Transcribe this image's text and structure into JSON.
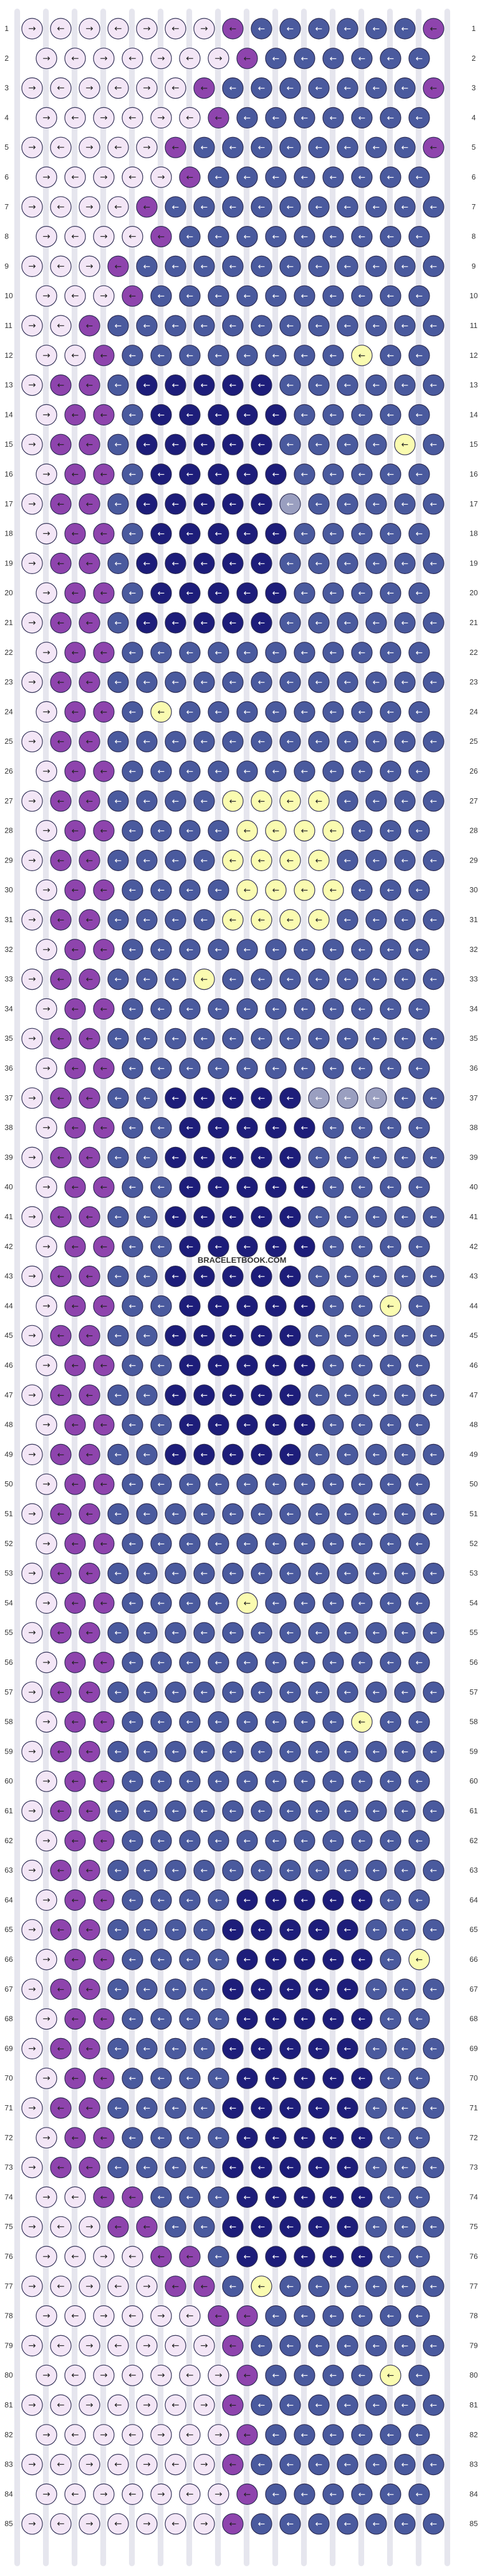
{
  "site": {
    "watermark": "BRACELETBOOK.COM"
  },
  "pattern": {
    "row_count": 85,
    "string_count": 16,
    "colors": {
      "lilac": "#f3e6f6",
      "purple": "#8e44ad",
      "navy": "#1d1d7a",
      "blue": "#4a5a9e",
      "yellow": "#fafbb0",
      "grey": "#9a9fc0"
    },
    "knot_icons": {
      "forward": "→",
      "backward": "←"
    }
  }
}
